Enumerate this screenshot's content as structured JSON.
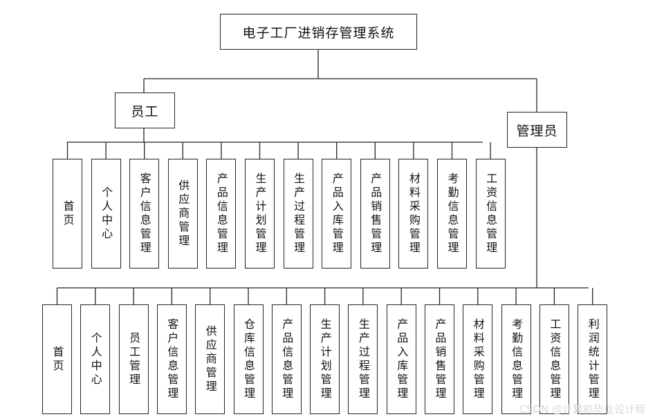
{
  "root": {
    "label": "电子工厂进销存管理系统"
  },
  "roles": [
    {
      "id": "employee",
      "label": "员工",
      "modules": [
        "首页",
        "个人中心",
        "客户信息管理",
        "供应商管理",
        "产品信息管理",
        "生产计划管理",
        "生产过程管理",
        "产品入库管理",
        "产品销售管理",
        "材料采购管理",
        "考勤信息管理",
        "工资信息管理"
      ]
    },
    {
      "id": "admin",
      "label": "管理员",
      "modules": [
        "首页",
        "个人中心",
        "员工管理",
        "客户信息管理",
        "供应商管理",
        "仓库信息管理",
        "产品信息管理",
        "生产计划管理",
        "生产过程管理",
        "产品入库管理",
        "产品销售管理",
        "材料采购管理",
        "考勤信息管理",
        "工资信息管理",
        "利润统计管理"
      ]
    }
  ],
  "watermark": "CSDN @计算机毕业设计程"
}
